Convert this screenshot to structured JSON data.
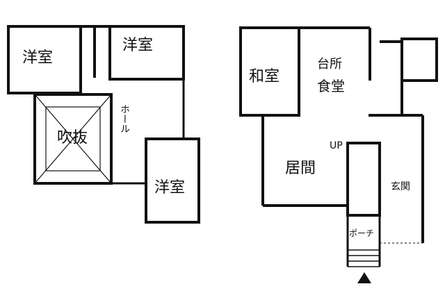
{
  "floor2": {
    "rooms": [
      "洋室",
      "洋室",
      "吹抜",
      "ホール",
      "洋室"
    ]
  },
  "floor1": {
    "rooms": [
      "和室",
      "台所",
      "食堂",
      "居間",
      "玄関",
      "ポーチ"
    ],
    "stair_label": "UP"
  }
}
